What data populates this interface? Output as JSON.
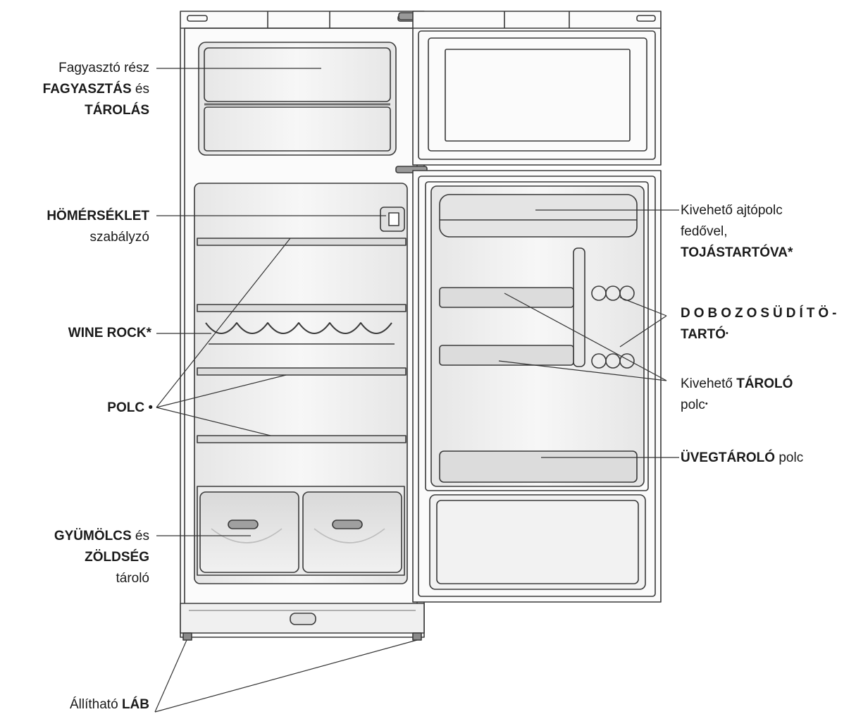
{
  "labels": {
    "freezer": {
      "l1": "Fagyasztó rész",
      "l2_b": "FAGYASZTÁS",
      "l2": " és",
      "l3_b": "TÁROLÁS"
    },
    "thermostat": {
      "l1_b": "HÖMÉRSÉKLET",
      "l2": "szabályzó"
    },
    "wine": {
      "l1_b": "WINE ROCK*"
    },
    "shelf": {
      "l1_b": "POLC",
      "l1_mark": " •"
    },
    "crisper": {
      "l1_b": "GYÜMÖLCS",
      "l1": " és",
      "l2_b": "ZÖLDSÉG",
      "l3": "tároló"
    },
    "feet": {
      "l1": "Állítható ",
      "l1_b": "LÁB"
    },
    "door_shelf": {
      "l1": "Kivehető ajtópolc",
      "l2": "fedővel,",
      "l3_b": "TOJÁSTARTÓVA*"
    },
    "can_holder": {
      "l1_b": "DOBOZOSÜDÍTÖ-",
      "l2_b": "TARTÓ",
      "l2_mark": "•"
    },
    "storage_shelf": {
      "l1": "Kivehető ",
      "l1_b": "TÁROLÓ",
      "l2": "polc",
      "l2_mark": "•"
    },
    "bottle_shelf": {
      "l1_b": "ÜVEGTÁROLÓ",
      "l1": " polc"
    }
  }
}
